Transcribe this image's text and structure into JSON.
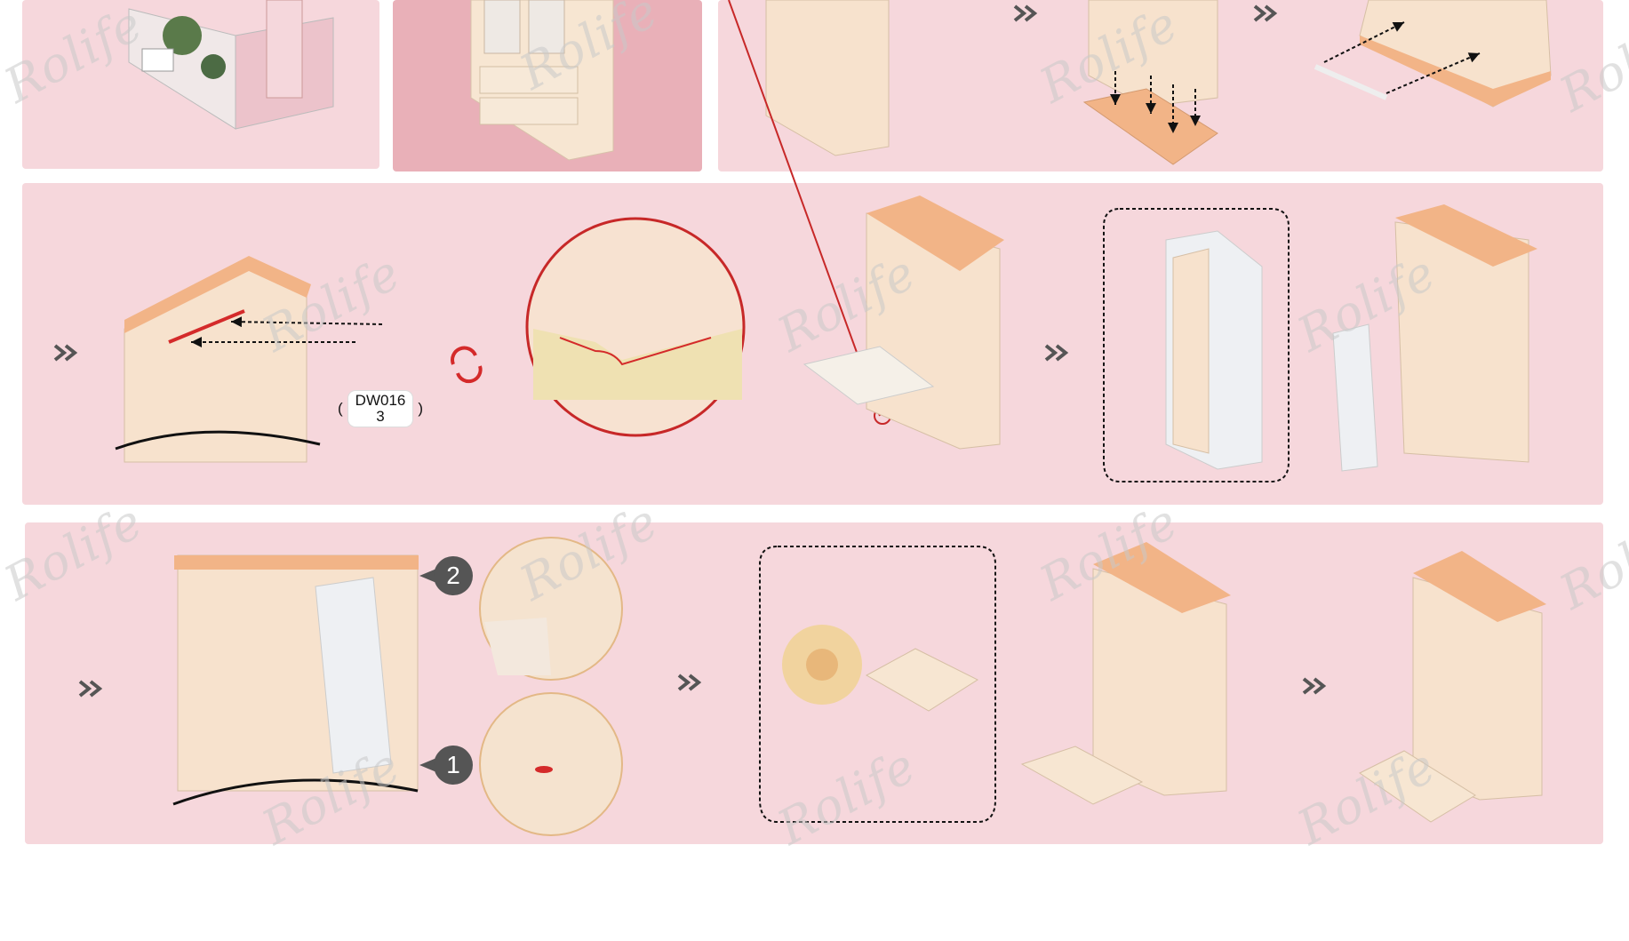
{
  "brand": {
    "watermark": "Rolife"
  },
  "row2": {
    "part_code": "DW016\n3",
    "part_code_line1": "DW016",
    "part_code_line2": "3"
  },
  "row3": {
    "badge_1": "1",
    "badge_2": "2"
  },
  "colors": {
    "panel": "#f6d7dc",
    "panel_dark": "#e9b0b8",
    "wood": "#f2b487",
    "cream": "#f7e6d2",
    "highlight_red": "#d42a2a",
    "arrow_gray": "#555555"
  },
  "icons": {
    "next_step": "double-chevron-right-icon",
    "rotate": "rotate-arrows-icon"
  }
}
